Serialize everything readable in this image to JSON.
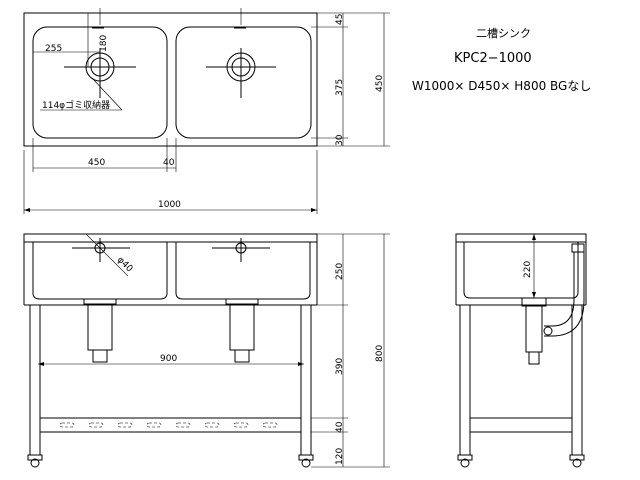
{
  "title_block": {
    "name": "二槽シンク",
    "model": "KPC2−1000",
    "spec": "W1000× D450× H800 BGなし"
  },
  "top_view": {
    "dims": {
      "offset": "255",
      "center_y": "180",
      "bowl_w": "450",
      "gap": "40",
      "total_w": "1000",
      "edge_top": "45",
      "bowl_d": "375",
      "edge_bottom": "30",
      "total_d": "450"
    },
    "drain_note": "114φゴミ収納器"
  },
  "front_view": {
    "dims": {
      "bowl_h": "250",
      "leg_mid": "390",
      "shelf": "40",
      "foot": "120",
      "total_h": "800",
      "drain_pitch": "900",
      "hole_dia": "φ40"
    }
  },
  "side_view": {
    "dims": {
      "depth": "220"
    }
  }
}
